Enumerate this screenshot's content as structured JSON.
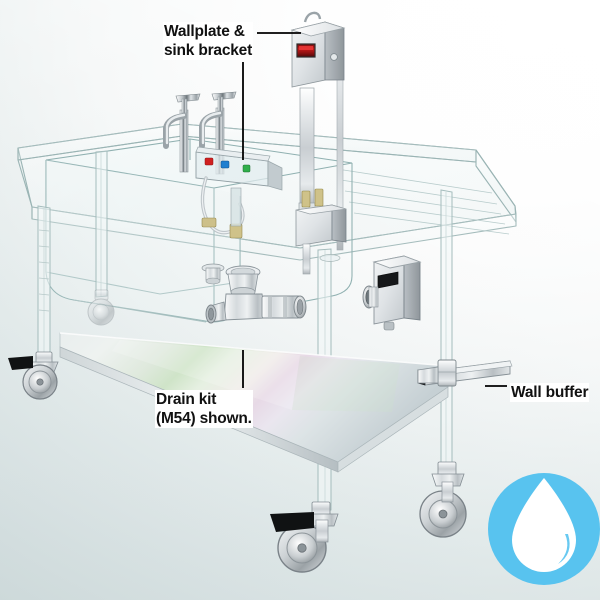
{
  "illustration": {
    "subject": "mobile stainless steel sink table, ghosted transparent technical render",
    "view": "three-quarter isometric from front-left",
    "background": {
      "type": "diagonal-gradient",
      "light_corner": "top-right",
      "dark_corner": "bottom-left",
      "light_color": "#ffffff",
      "dark_color": "#cfdadb"
    }
  },
  "callouts": [
    {
      "id": "wallplate",
      "line1": "Wallplate &",
      "line2": "sink bracket",
      "leader": "horizontal-right-then-vertical-down"
    },
    {
      "id": "drain_kit",
      "line1": "Drain kit",
      "line2": "(M54) shown.",
      "leader": "vertical-up"
    },
    {
      "id": "wall_buffer",
      "line1": "Wall buffer",
      "line2": "",
      "leader": "horizontal-left"
    }
  ],
  "components": {
    "control_box": {
      "name": "wall-mounted control box",
      "body_color": "#d9dde0",
      "display_color": "#b01414",
      "display_label": ""
    },
    "sensor_box": {
      "name": "sensor control box",
      "body_color": "#d5dadd",
      "display_color": "#1a1a1a"
    },
    "tap": {
      "name": "chrome mixer tap pair",
      "finish": "polished chrome",
      "indicator_hot": "#d02020",
      "indicator_cold": "#1f7fd0",
      "indicator_green": "#2fae4a"
    },
    "drain_kit": {
      "name": "drain kit M54",
      "finish": "brushed stainless"
    },
    "wall_buffer": {
      "name": "square-section wall buffer bar",
      "finish": "brushed stainless"
    },
    "casters": {
      "count": 4,
      "name": "swivel caster with brake",
      "brake_color": "#111111",
      "wheel_color": "#b9bcbe"
    },
    "lower_shelf": {
      "name": "stainless steel under-shelf",
      "finish": "mirror stainless with iridescent reflection"
    },
    "frame": {
      "name": "ghosted transparent sink top and legs",
      "outline_color": "#9fb8b8"
    }
  },
  "logo": {
    "name": "water-drop-badge",
    "circle_color": "#58c3ef",
    "drop_color": "#ffffff"
  }
}
